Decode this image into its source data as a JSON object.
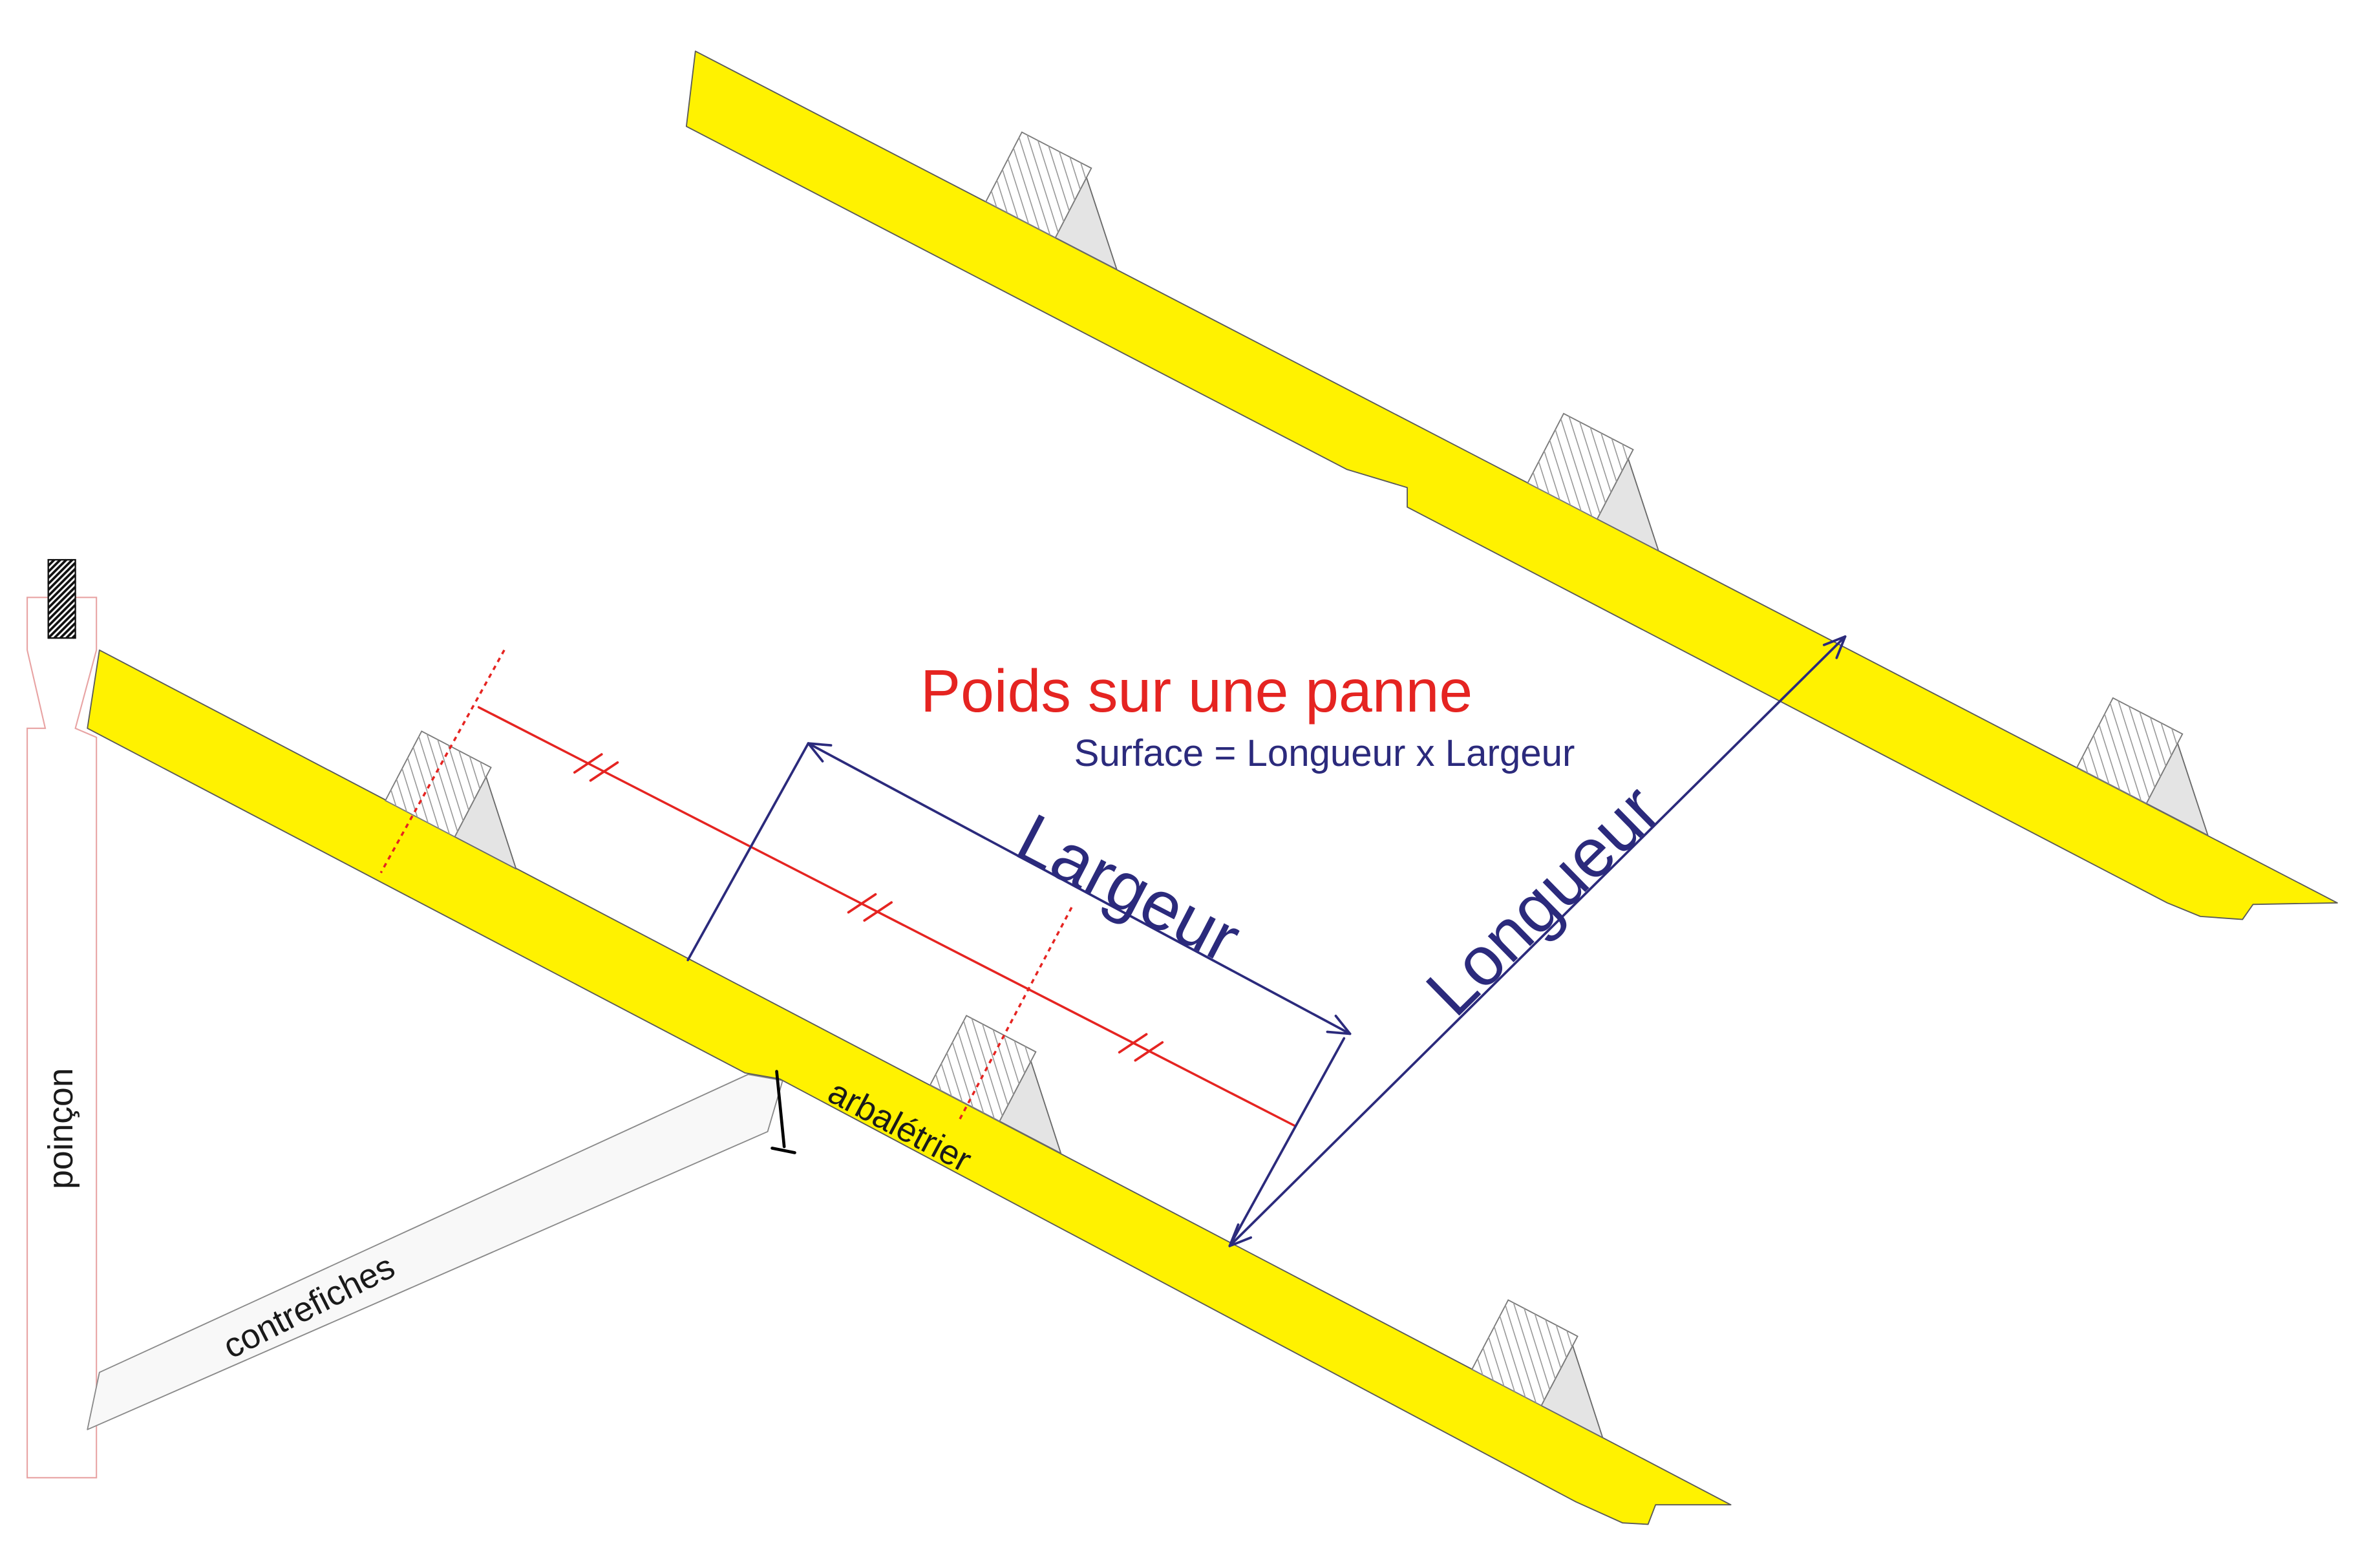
{
  "title": "Poids sur une panne",
  "formula": "Surface = Longueur x Largeur",
  "labels": {
    "largeur": "Largeur",
    "longueur": "Longueur",
    "poincon": "poinçon",
    "contrefiches": "contrefiches",
    "arbaletrier": "arbalétrier"
  },
  "colors": {
    "rafter": "#fff200",
    "title": "#e52421",
    "dimension": "#2b2a7c",
    "spacing_line": "#e52421",
    "outline": "#5a5a5a"
  }
}
